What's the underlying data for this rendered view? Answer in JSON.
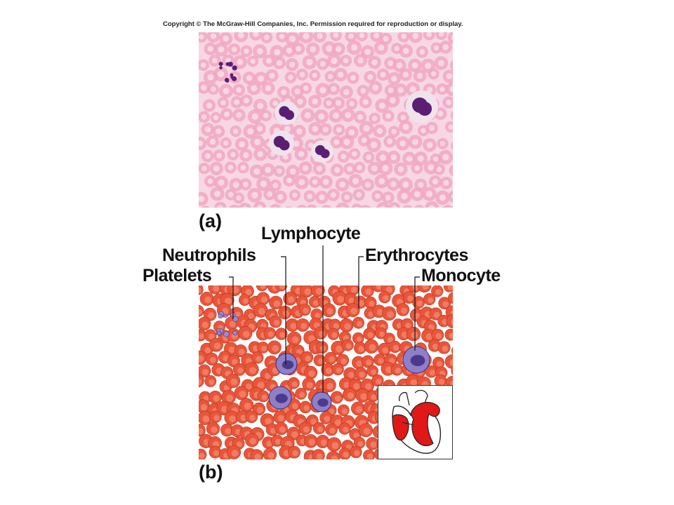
{
  "copyright": "Copyright © The McGraw-Hill Companies, Inc. Permission required for reproduction or display.",
  "panels": {
    "a": {
      "label": "(a)"
    },
    "b": {
      "label": "(b)"
    }
  },
  "labels": {
    "lymphocyte": "Lymphocyte",
    "neutrophils": "Neutrophils",
    "erythrocytes": "Erythrocytes",
    "platelets": "Platelets",
    "monocyte": "Monocyte"
  },
  "colors": {
    "micrograph_background": "#f7d7e4",
    "micrograph_rbc": "#f1a8c2",
    "micrograph_wbc_nucleus": "#5a1f72",
    "illustration_rbc": "#e8553a",
    "illustration_wbc": "#8f7fc9",
    "illustration_wbc_nucleus": "#4b3a8c",
    "heart_red": "#e01818"
  },
  "icons": [
    "heart-icon"
  ]
}
